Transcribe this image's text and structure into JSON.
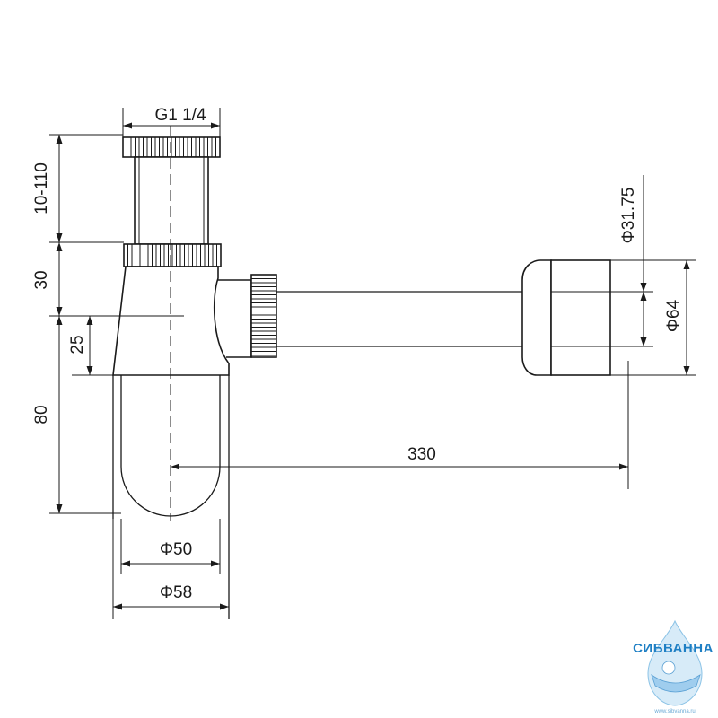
{
  "dimensions": {
    "thread": "G1 1/4",
    "tube_length": "10-110",
    "nut_height": "30",
    "inlet_offset": "25",
    "cup_depth": "80",
    "inner_diameter": "Φ50",
    "outer_diameter": "Φ58",
    "outlet_length": "330",
    "pipe_diameter": "Φ31.75",
    "flange_diameter": "Φ64"
  },
  "logo": {
    "name": "СИБВАННА",
    "url": "www.sibvanna.ru"
  },
  "colors": {
    "line": "#1a1a1a",
    "logo": "#1e7fc4"
  }
}
